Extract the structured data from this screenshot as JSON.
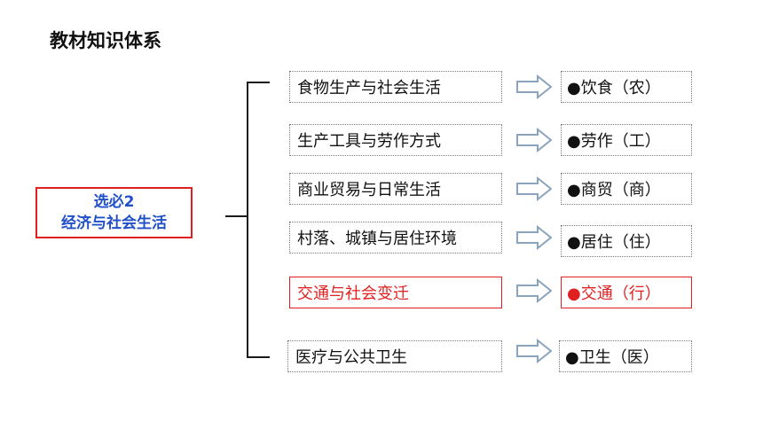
{
  "heading": "教材知识体系",
  "root": {
    "line1": "选必2",
    "line2": "经济与社会生活"
  },
  "colors": {
    "highlight": "#e02020",
    "root_text": "#2050c8",
    "arrow": "#8aa4bd"
  },
  "rows": [
    {
      "topic": "食物生产与社会生活",
      "result": "●饮食（农）"
    },
    {
      "topic": "生产工具与劳作方式",
      "result": "●劳作（工）"
    },
    {
      "topic": "商业贸易与日常生活",
      "result": "●商贸（商）"
    },
    {
      "topic": "村落、城镇与居住环境",
      "result": "●居住（住）"
    },
    {
      "topic": "交通与社会变迁",
      "result": "●交通（行）"
    },
    {
      "topic": "医疗与公共卫生",
      "result": "●卫生（医）"
    }
  ]
}
